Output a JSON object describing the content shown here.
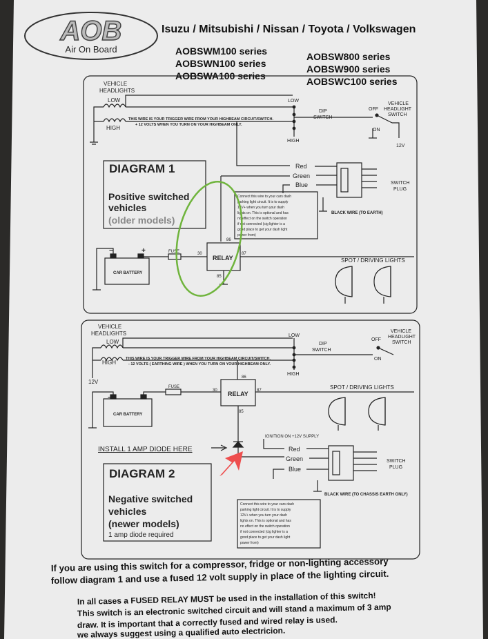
{
  "header": {
    "logo_text": "AOB",
    "logo_sub": "Air On Board",
    "brands": "Isuzu / Mitsubishi / Nissan / Toyota / Volkswagen",
    "series_left": [
      "AOBSWM100 series",
      "AOBSWN100 series",
      "AOBSWA100 series"
    ],
    "series_right": [
      "AOBSW800 series",
      "AOBSW900 series",
      "AOBSWC100 series"
    ]
  },
  "diagram1": {
    "vehicle_headlights": [
      "VEHICLE",
      "HEADLIGHTS"
    ],
    "low": "LOW",
    "high": "HIGH",
    "low_right": "LOW",
    "high_right": "HIGH",
    "trigger_note": [
      "THIS WIRE IS YOUR TRIGGER WIRE FROM YOUR HIGHBEAM CIRCUIT/SWITCH.",
      "+ 12 VOLTS WHEN YOU TURN ON YOUR HIGHBEAM ONLY."
    ],
    "dip_switch": [
      "DIP",
      "SWITCH"
    ],
    "off": "OFF",
    "on": "ON",
    "headlight_switch": [
      "VEHICLE",
      "HEADLIGHT",
      "SWITCH"
    ],
    "supply": "12V",
    "title": "DIAGRAM 1",
    "desc": [
      "Positive switched",
      "vehicles",
      "(older models)"
    ],
    "red": "Red",
    "green": "Green",
    "blue": "Blue",
    "switch_plug": [
      "SWITCH",
      "PLUG"
    ],
    "black_wire": "BLACK WIRE (TO EARTH)",
    "note": [
      "Connect this wire to your cars dash",
      "parking light circuit. It is to supply",
      "12V+ when you turn your dash",
      "lights on. This is optional and has",
      "no effect on the switch operation",
      "if not connected (cig lighter is a",
      "good place to get your dash light",
      "power from)"
    ],
    "battery": "CAR BATTERY",
    "minus": "−",
    "plus": "+",
    "fuse": "FUSE",
    "relay": "RELAY",
    "pin30": "30",
    "pin86": "86",
    "pin87": "87",
    "pin85": "85",
    "spot": "SPOT / DRIVING LIGHTS"
  },
  "diagram2": {
    "vehicle_headlights": [
      "VEHICLE",
      "HEADLIGHTS"
    ],
    "low": "LOW",
    "high": "HIGH",
    "low_right": "LOW",
    "high_right": "HIGH",
    "trigger_note": [
      "THIS WIRE IS YOUR TRIGGER WIRE FROM YOUR HIGHBEAM CIRCUIT/SWITCH.",
      "- 12 VOLTS ( EARTHING WIRE ) WHEN YOU TURN ON YOUR HIGHBEAM ONLY."
    ],
    "dip_switch": [
      "DIP",
      "SWITCH"
    ],
    "off": "OFF",
    "on": "ON",
    "headlight_switch": [
      "VEHICLE",
      "HEADLIGHT",
      "SWITCH"
    ],
    "supply": "12V",
    "battery": "CAR BATTERY",
    "minus": "−",
    "plus": "+",
    "fuse": "FUSE",
    "relay": "RELAY",
    "pin30": "30",
    "pin86": "86",
    "pin87": "87",
    "pin85": "85",
    "spot": "SPOT / DRIVING LIGHTS",
    "ignition": "IGNITION ON +12V SUPPLY",
    "diode_label": "INSTALL 1 AMP DIODE HERE",
    "red": "Red",
    "green": "Green",
    "blue": "Blue",
    "switch_plug": [
      "SWITCH",
      "PLUG"
    ],
    "black_wire": "BLACK WIRE (TO CHASSIS EARTH ONLY)",
    "title": "DIAGRAM 2",
    "desc": [
      "Negative switched",
      "vehicles",
      "(newer models)",
      "1 amp diode required"
    ],
    "note": [
      "Connect this wire to your cars dash",
      "parking light circuit. It is to supply",
      "12V+ when you turn your dash",
      "lights on. This is optional and has",
      "no effect on the switch operation",
      "if not connected (cig lighter is a",
      "good place to get your dash light",
      "power from)"
    ]
  },
  "footer": {
    "line1": "If you are using this switch for a compressor, fridge or non-lighting accessory",
    "line2": "follow diagram 1 and use a fused 12 volt supply in place of the lighting circuit.",
    "line3": "In all cases a FUSED RELAY MUST be used in the installation of this switch!",
    "line4": "This switch is an electronic switched circuit and will stand a maximum of 3 amp",
    "line5": "draw. It is important that a correctly fused and wired relay is used.",
    "line6": "we always suggest using a qualified auto electricion."
  },
  "colors": {
    "paper": "#eeeeee",
    "ink": "#222222",
    "green_circle": "#6fb43c",
    "red_arrow": "#ee4e4e",
    "background": "#2b2a28"
  }
}
